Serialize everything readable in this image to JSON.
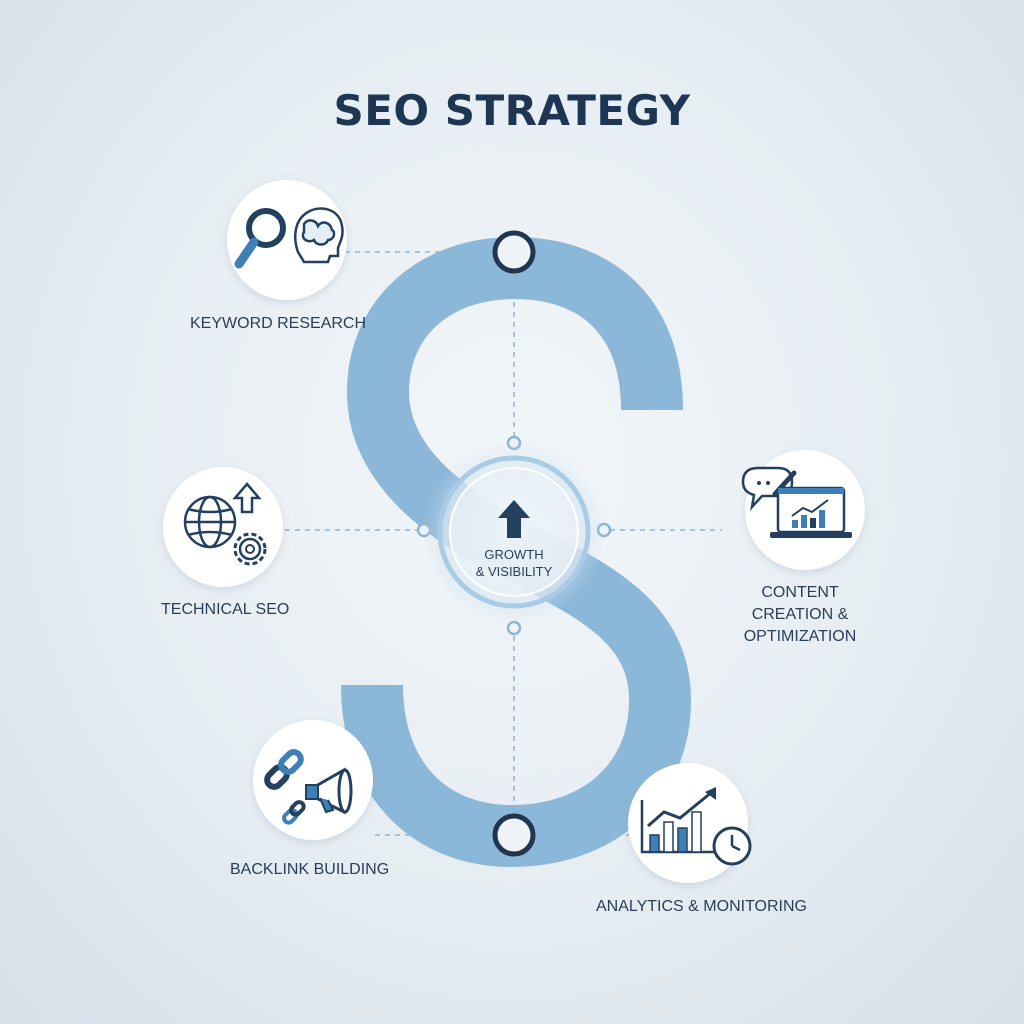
{
  "title": "SEO STRATEGY",
  "center": {
    "label_line1": "GROWTH",
    "label_line2": "& VISIBILITY",
    "icon": "up-arrow-icon"
  },
  "stages": [
    {
      "id": "keyword-research",
      "label": "KEYWORD RESEARCH",
      "icons": [
        "magnifier-icon",
        "brain-head-icon"
      ]
    },
    {
      "id": "technical-seo",
      "label": "TECHNICAL SEO",
      "icons": [
        "globe-icon",
        "gear-icon",
        "upload-arrow-icon"
      ]
    },
    {
      "id": "content-creation",
      "label": "CONTENT\nCREATION &\nOPTIMIZATION",
      "icons": [
        "chat-bubble-icon",
        "pencil-icon",
        "laptop-chart-icon"
      ]
    },
    {
      "id": "backlink-building",
      "label": "BACKLINK BUILDING",
      "icons": [
        "chain-link-icon",
        "megaphone-icon"
      ]
    },
    {
      "id": "analytics-monitoring",
      "label": "ANALYTICS & MONITORING",
      "icons": [
        "bar-chart-icon",
        "clock-icon"
      ]
    }
  ],
  "colors": {
    "title": "#1d3654",
    "s_band": "#86b3d6",
    "icon_dark": "#23405f",
    "icon_blue": "#3e7fb8",
    "connector": "#8fb4d3"
  }
}
